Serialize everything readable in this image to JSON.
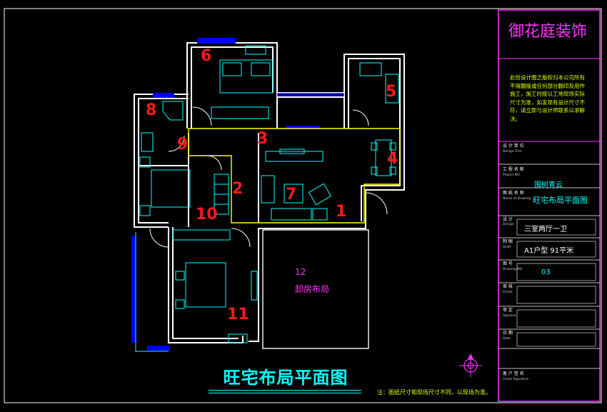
{
  "plan": {
    "title": "旺宅布局平面图",
    "note": "注：图纸尺寸和现场尺寸不同，以现场为准。",
    "room_numbers": [
      "1",
      "2",
      "3",
      "4",
      "5",
      "6",
      "7",
      "8",
      "9",
      "10",
      "11",
      "12"
    ],
    "area_label": "卸房布局"
  },
  "title_block": {
    "company": "御花庭装饰",
    "description": "此份设计图之版权归本公司所有不得翻版或任何部分翻印及用作施工，施工时按以工地现场实际尺寸为准，如发现有设计尺寸不符，请立即与设计师联系以求解决。",
    "rows": [
      {
        "label": "设 计 单 位",
        "en": "Design Firm",
        "value": ""
      },
      {
        "label": "工 程 名 称",
        "en": "Project NO.",
        "value": "围树青云"
      },
      {
        "label": "图 纸 名 称",
        "en": "Name of Drawing",
        "value": "旺宅布局平面图"
      },
      {
        "label": "设 计",
        "en": "Design",
        "value": "三室两厅一卫"
      },
      {
        "label": "制 图",
        "en": "Draft",
        "value": "A1户型   91平米"
      },
      {
        "label": "图 号",
        "en": "Drawing NO.",
        "value": "03"
      },
      {
        "label": "审 核",
        "en": "Check",
        "value": ""
      },
      {
        "label": "审 定",
        "en": "Approve",
        "value": ""
      },
      {
        "label": "日 期",
        "en": "Date",
        "value": ""
      },
      {
        "label": "客 户 签 名",
        "en": "Client Signature",
        "value": ""
      }
    ]
  },
  "colors": {
    "wall": "#ffffff",
    "window": "#0000ff",
    "furniture": "#00ffff",
    "zone": "#ffff00",
    "number": "#ff1a1a",
    "frame": "#ff33ff",
    "background": "#000000"
  },
  "icons": [
    "north-arrow-icon"
  ]
}
